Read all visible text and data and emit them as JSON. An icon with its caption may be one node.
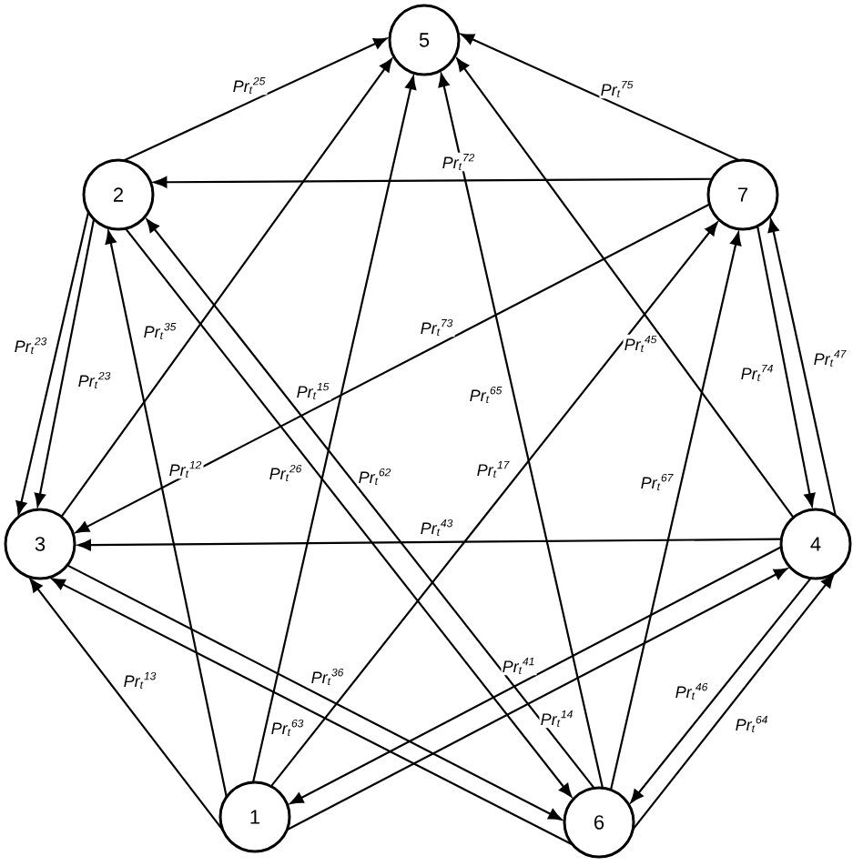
{
  "diagram": {
    "nodes": [
      {
        "text": [
          "5"
        ]
      },
      {
        "text": [
          "2"
        ]
      },
      {
        "text": [
          "7"
        ]
      },
      {
        "text": [
          "3"
        ]
      },
      {
        "text": [
          "4"
        ]
      },
      {
        "text": [
          "1"
        ]
      },
      {
        "text": [
          "6"
        ]
      }
    ],
    "edges": [
      {
        "from": 1,
        "to": 0,
        "arrow": "to",
        "label": "Pr$_{t}$$^{25}$"
      },
      {
        "from": 2,
        "to": 0,
        "arrow": "to",
        "label": "Pr$_{t}$$^{75}$"
      },
      {
        "from": 2,
        "to": 1,
        "arrow": "to",
        "label": "Pr$_{t}$$^{72}$"
      },
      {
        "from": 1,
        "to": 3,
        "arrow": "to",
        "label": "Pr$_{t}$$^{23}$"
      },
      {
        "from": 1,
        "to": 3,
        "arrow": "to",
        "label": "Pr$_{t}$$^{23}$"
      },
      {
        "from": 3,
        "to": 0,
        "arrow": "to",
        "label": "Pr$_{t}$$^{35}$"
      },
      {
        "from": 2,
        "to": 3,
        "arrow": "to",
        "label": "Pr$_{t}$$^{73}$"
      },
      {
        "from": 5,
        "to": 1,
        "arrow": "to",
        "label": "Pr$_{t}$$^{12}$"
      },
      {
        "from": 5,
        "to": 0,
        "arrow": "to",
        "label": "Pr$_{t}$$^{15}$"
      },
      {
        "from": 1,
        "to": 6,
        "arrow": "to",
        "label": "Pr$_{t}$$^{26}$"
      },
      {
        "from": 6,
        "to": 1,
        "arrow": "to",
        "label": "Pr$_{t}$$^{62}$"
      },
      {
        "from": 6,
        "to": 0,
        "arrow": "to",
        "label": "Pr$_{t}$$^{65}$"
      },
      {
        "from": 4,
        "to": 0,
        "arrow": "to",
        "label": "Pr$_{t}$$^{45}$"
      },
      {
        "from": 5,
        "to": 2,
        "arrow": "to",
        "label": "Pr$_{t}$$^{17}$"
      },
      {
        "from": 6,
        "to": 2,
        "arrow": "to",
        "label": "Pr$_{t}$$^{67}$"
      },
      {
        "from": 2,
        "to": 4,
        "arrow": "to",
        "label": "Pr$_{t}$$^{74}$"
      },
      {
        "from": 4,
        "to": 2,
        "arrow": "to",
        "label": "Pr$_{t}$$^{47}$"
      },
      {
        "from": 4,
        "to": 3,
        "arrow": "to",
        "label": "Pr$_{t}$$^{43}$"
      },
      {
        "from": 5,
        "to": 3,
        "arrow": "to",
        "label": "Pr$_{t}$$^{13}$"
      },
      {
        "from": 3,
        "to": 6,
        "arrow": "to",
        "label": "Pr$_{t}$$^{36}$"
      },
      {
        "from": 6,
        "to": 3,
        "arrow": "to",
        "label": "Pr$_{t}$$^{63}$"
      },
      {
        "from": 4,
        "to": 5,
        "arrow": "to",
        "label": "Pr$_{t}$$^{41}$"
      },
      {
        "from": 5,
        "to": 4,
        "arrow": "to",
        "label": "Pr$_{t}$$^{14}$"
      },
      {
        "from": 4,
        "to": 6,
        "arrow": "to",
        "label": "Pr$_{t}$$^{46}$"
      },
      {
        "from": 6,
        "to": 4,
        "arrow": "to",
        "label": "Pr$_{t}$$^{64}$"
      }
    ]
  }
}
